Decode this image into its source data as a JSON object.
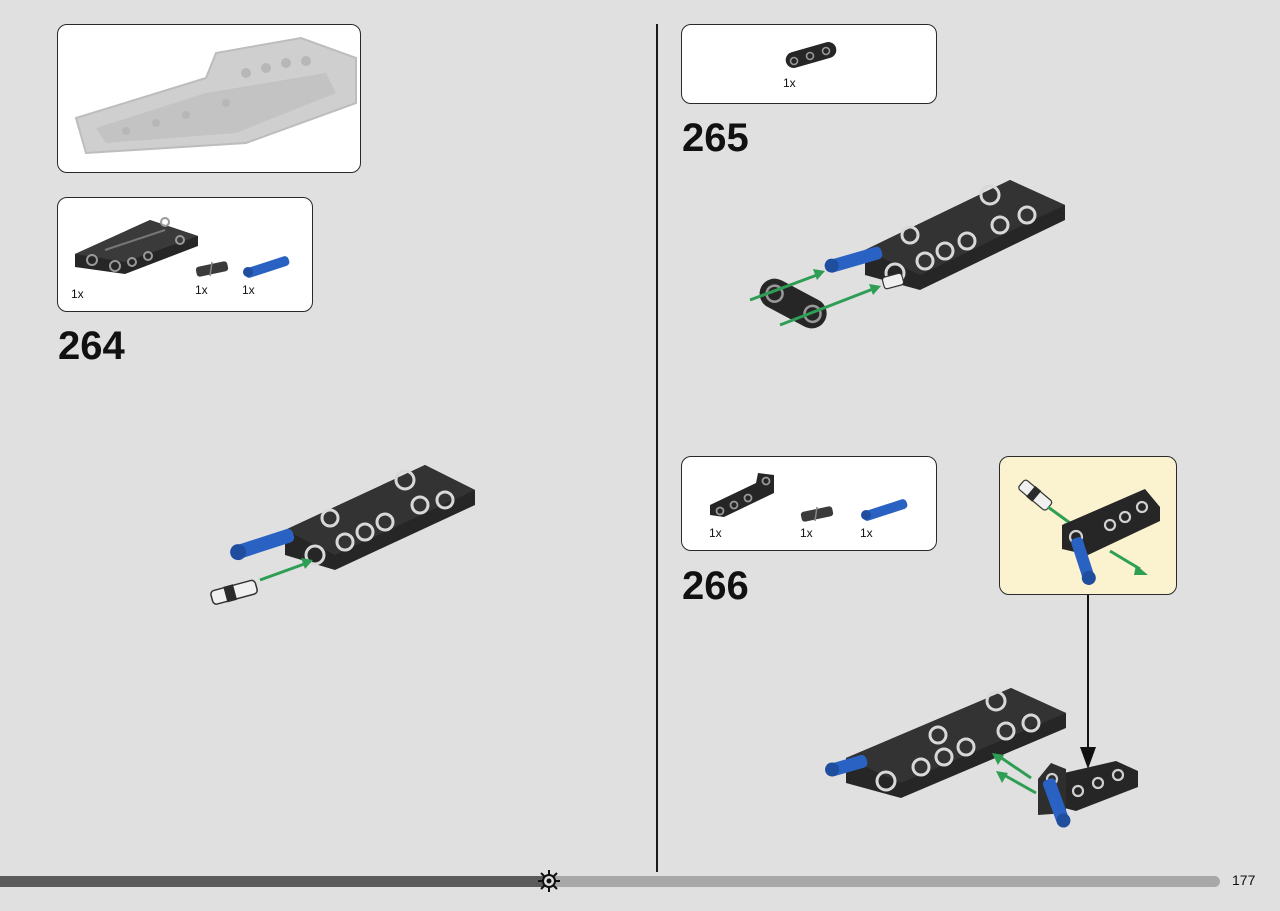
{
  "colors": {
    "background": "#e0e0e0",
    "part_black": "#262626",
    "pin_blue": "#2a62c4",
    "arrow_green": "#2f9e55",
    "callout_yellow": "#fbf2cf",
    "progress_dark": "#5b5b5b",
    "progress_light": "#a8a8a8"
  },
  "left_page": {
    "previous_model_icon": "ghosted-chassis-icon",
    "step_264": {
      "number": "264",
      "parts": [
        {
          "icon": "black-double-beam-plate-icon",
          "qty": "1x"
        },
        {
          "icon": "black-friction-pin-icon",
          "qty": "1x"
        },
        {
          "icon": "blue-axle-pin-icon",
          "qty": "1x"
        }
      ]
    }
  },
  "right_page": {
    "step_265": {
      "number": "265",
      "parts": [
        {
          "icon": "black-3-hole-beam-icon",
          "qty": "1x"
        }
      ]
    },
    "step_266": {
      "number": "266",
      "parts": [
        {
          "icon": "black-angled-beam-icon",
          "qty": "1x"
        },
        {
          "icon": "black-friction-pin-icon",
          "qty": "1x"
        },
        {
          "icon": "blue-axle-pin-icon",
          "qty": "1x"
        }
      ],
      "callout_icon": "subassembly-callout-icon"
    }
  },
  "footer": {
    "page_number": "177",
    "progress_fraction": 0.45
  }
}
